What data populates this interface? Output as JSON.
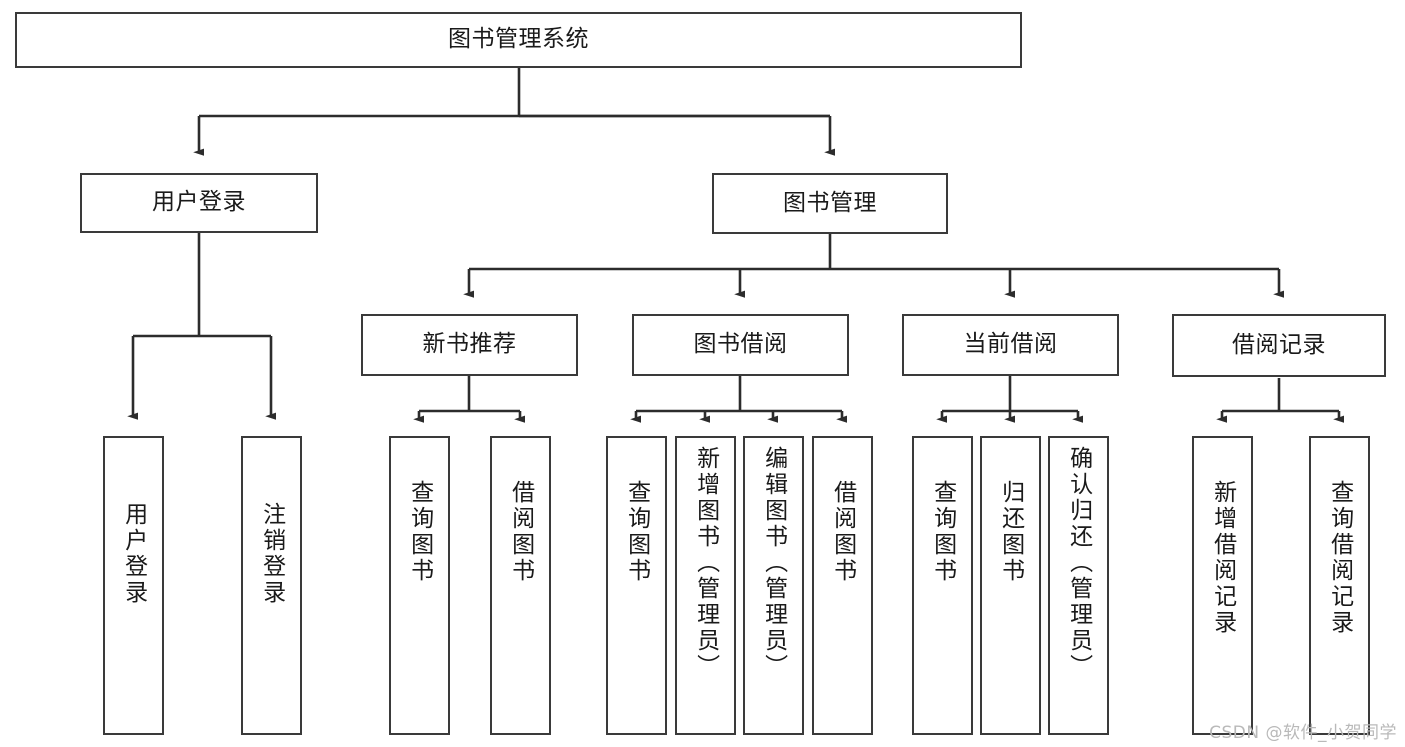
{
  "diagram": {
    "title": "图书管理系统",
    "watermark": "CSDN @软件_小贺同学",
    "colors": {
      "stroke": "#3a3a3a",
      "fill": "#ffffff",
      "text": "#1a1a1a",
      "watermark": "#b9b9b9"
    },
    "root": {
      "label": "图书管理系统"
    },
    "level1": [
      {
        "label": "用户登录"
      },
      {
        "label": "图书管理"
      }
    ],
    "level2": [
      {
        "label": "新书推荐"
      },
      {
        "label": "图书借阅"
      },
      {
        "label": "当前借阅"
      },
      {
        "label": "借阅记录"
      }
    ],
    "leaves": {
      "user_login": [
        {
          "label": "用户登录"
        },
        {
          "label": "注销登录"
        }
      ],
      "new_book": [
        {
          "label": "查询图书"
        },
        {
          "label": "借阅图书"
        }
      ],
      "book_borrow": [
        {
          "label": "查询图书"
        },
        {
          "label": "新增图书（管理员）"
        },
        {
          "label": "编辑图书（管理员）"
        },
        {
          "label": "借阅图书"
        }
      ],
      "current_borrow": [
        {
          "label": "查询图书"
        },
        {
          "label": "归还图书"
        },
        {
          "label": "确认归还（管理员）"
        }
      ],
      "borrow_record": [
        {
          "label": "新增借阅记录"
        },
        {
          "label": "查询借阅记录"
        }
      ]
    }
  }
}
